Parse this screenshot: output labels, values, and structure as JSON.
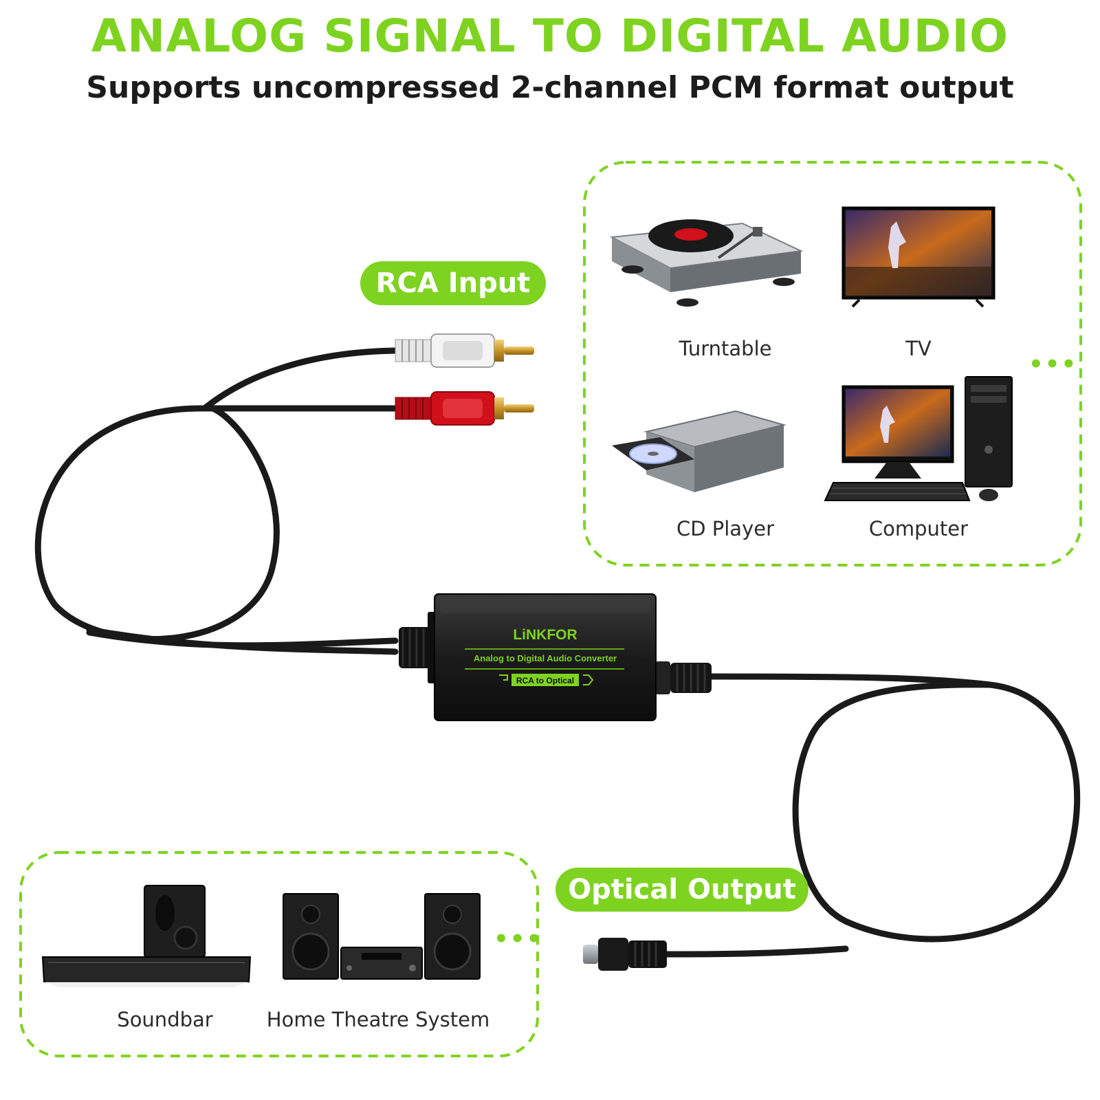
{
  "header": {
    "title": "ANALOG SIGNAL TO DIGITAL AUDIO",
    "subtitle": "Supports uncompressed 2-channel PCM format output"
  },
  "callouts": {
    "input_label": "RCA Input",
    "output_label": "Optical Output"
  },
  "sources": {
    "items": [
      "Turntable",
      "TV",
      "CD Player",
      "Computer"
    ],
    "more": "•••"
  },
  "outputs": {
    "items": [
      "Soundbar",
      "Home Theatre System"
    ],
    "more": "•••"
  },
  "device": {
    "brand": "LiNKFOR",
    "name": "Analog to Digital Audio Converter",
    "mode": "RCA to Optical"
  },
  "colors": {
    "accent": "#7ed321",
    "cable": "#1a1a1a",
    "rca_white": "#efefef",
    "rca_red": "#d0101a",
    "gold": "#d9a93a"
  }
}
